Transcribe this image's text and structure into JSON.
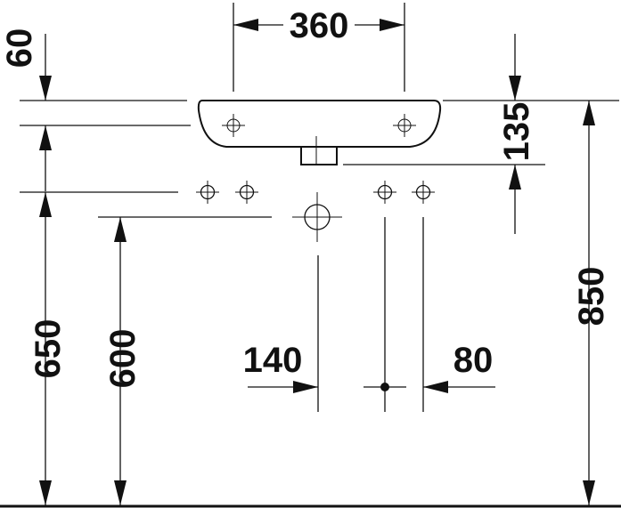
{
  "dimensions": {
    "basin_width": "360",
    "top_offset": "60",
    "basin_depth": "135",
    "bracket_height": "650",
    "supply_height": "600",
    "total_height": "850",
    "waste_offset": "140",
    "supply_spacing": "80"
  },
  "colors": {
    "line": "#111111",
    "background": "#ffffff"
  }
}
